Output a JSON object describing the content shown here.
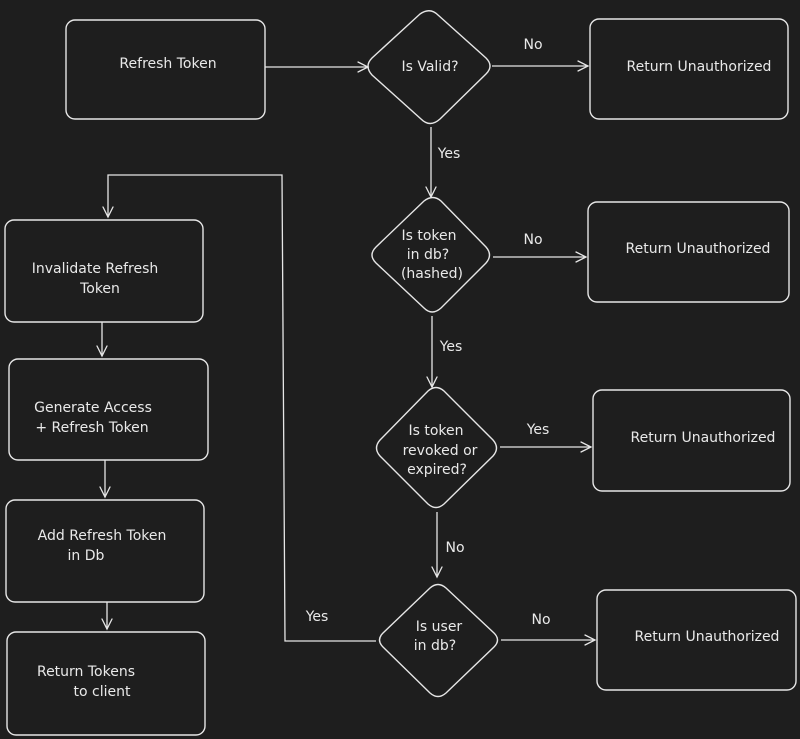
{
  "boxes": {
    "refresh_token": "Refresh Token",
    "unauth_1": "Return Unauthorized",
    "unauth_2": "Return Unauthorized",
    "unauth_3": "Return Unauthorized",
    "unauth_4": "Return Unauthorized",
    "invalidate_1": "Invalidate Refresh",
    "invalidate_2": "Token",
    "generate_1": "Generate Access",
    "generate_2": "+ Refresh Token",
    "add_1": "Add Refresh Token",
    "add_2": "in Db",
    "return_tokens_1": "Return Tokens",
    "return_tokens_2": "to client"
  },
  "decisions": {
    "is_valid": "Is Valid?",
    "in_db_1": "Is token",
    "in_db_2": "in db?",
    "in_db_3": "(hashed)",
    "revoked_1": "Is token",
    "revoked_2": "revoked or",
    "revoked_3": "expired?",
    "user_1": "Is user",
    "user_2": "in db?"
  },
  "edge_labels": {
    "valid_no": "No",
    "valid_yes": "Yes",
    "in_db_no": "No",
    "in_db_yes": "Yes",
    "revoked_yes": "Yes",
    "revoked_no": "No",
    "user_no": "No",
    "user_yes": "Yes"
  }
}
